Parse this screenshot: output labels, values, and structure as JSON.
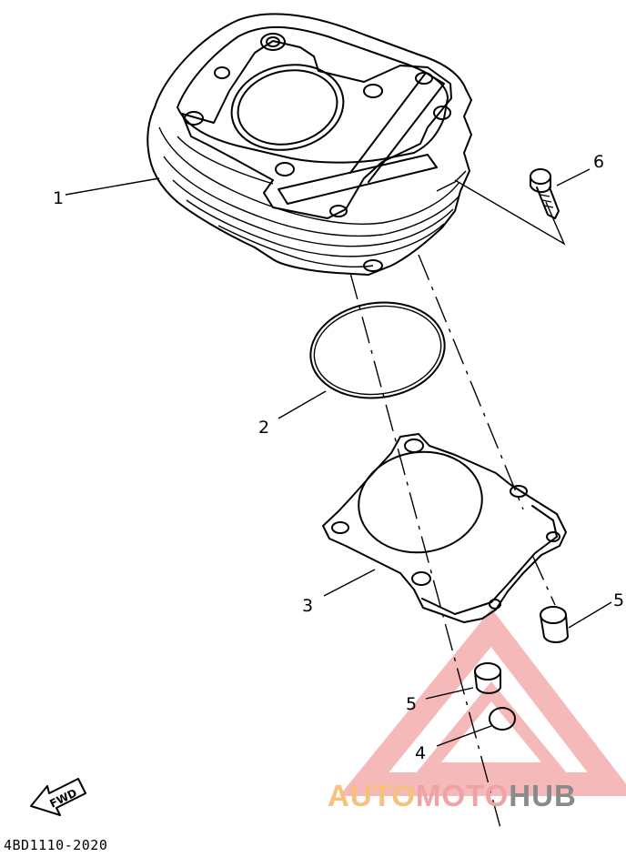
{
  "callouts": [
    "1",
    "2",
    "3",
    "4",
    "5",
    "5",
    "6"
  ],
  "parts": [
    "cylinder",
    "o-ring",
    "cylinder-gasket",
    "ring",
    "dowel-pin",
    "dowel-pin",
    "bolt"
  ],
  "fwd_label": "FWD",
  "diagram_code": "4BD1110-2020",
  "watermark": {
    "part1": "AUTO",
    "part2": "MOTO",
    "part3": "HUB"
  },
  "colors": {
    "line": "#000000",
    "watermark_red": "#f08080",
    "watermark_orange": "#f6c17a",
    "watermark_gray": "#8a8a8a"
  }
}
